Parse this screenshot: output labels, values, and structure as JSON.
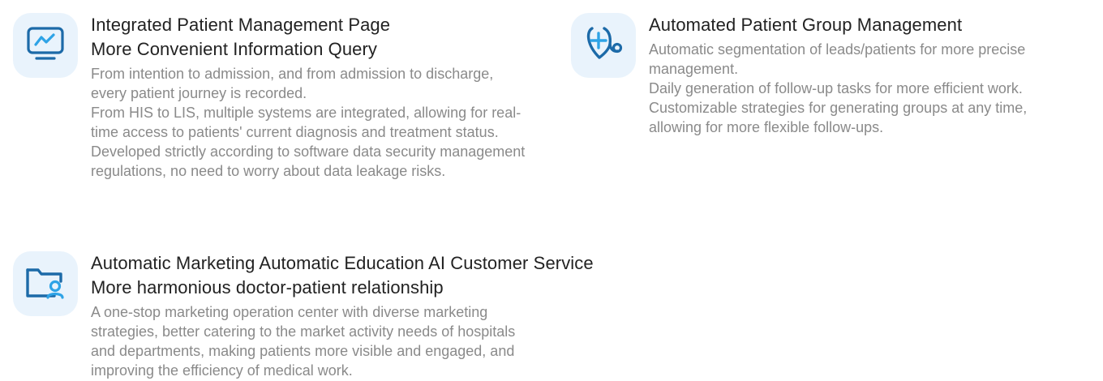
{
  "colors": {
    "icon_tile_bg": "#e9f3fc",
    "icon_primary": "#1c6aa8",
    "icon_accent": "#2ea3e6",
    "title": "#222222",
    "description": "#8a8a8a"
  },
  "features": [
    {
      "icon": "monitor-chart-icon",
      "title_lines": [
        "Integrated Patient Management Page",
        "More Convenient Information Query"
      ],
      "description_lines": [
        "From intention to admission, and from admission to discharge, every patient journey is recorded.",
        "From HIS to LIS, multiple systems are integrated, allowing for real-time access to patients' current diagnosis and treatment status.",
        "Developed strictly according to software data security management regulations, no need to worry about data leakage risks."
      ]
    },
    {
      "icon": "stethoscope-icon",
      "title_lines": [
        "Automated Patient Group Management"
      ],
      "description_lines": [
        "Automatic segmentation of leads/patients for more precise management.",
        "Daily generation of follow-up tasks for more efficient work.",
        "Customizable strategies for generating groups at any time, allowing for more flexible follow-ups."
      ]
    },
    {
      "icon": "folder-user-icon",
      "title_lines": [
        "Automatic Marketing Automatic Education AI Customer Service",
        "More harmonious doctor-patient relationship"
      ],
      "description_lines": [
        "A one-stop marketing operation center with diverse marketing strategies, better catering to the market activity needs of hospitals and departments, making patients more visible and engaged, and improving the efficiency of medical work."
      ]
    }
  ]
}
